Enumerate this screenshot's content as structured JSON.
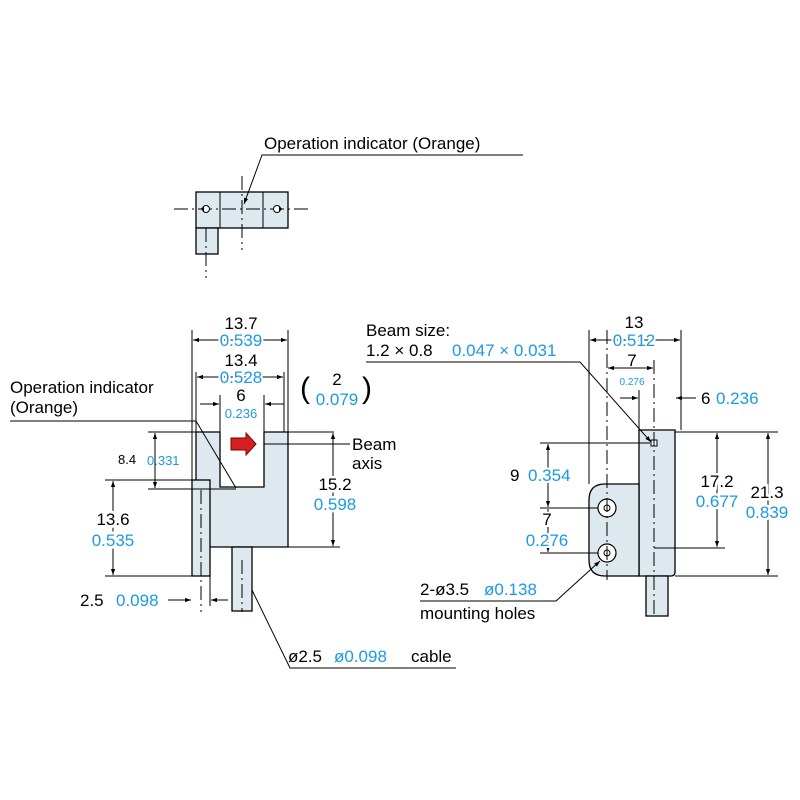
{
  "colors": {
    "body_fill": "#dde9ee",
    "inch_text": "#1a9be0",
    "indicator": "#d42020",
    "line": "#000000"
  },
  "top_view": {
    "indicator_label": "Operation indicator (Orange)"
  },
  "front_view": {
    "indicator_label_1": "Operation indicator",
    "indicator_label_2": "(Orange)",
    "dim_width_outer_mm": "13.7",
    "dim_width_outer_in": "0.539",
    "dim_width_mid_mm": "13.4",
    "dim_width_mid_in": "0.528",
    "dim_slot_mm": "6",
    "dim_slot_in": "0.236",
    "dim_paren_mm": "2",
    "dim_paren_in": "0.079",
    "beam_axis_1": "Beam",
    "beam_axis_2": "axis",
    "dim_8_4_mm": "8.4",
    "dim_8_4_in": "0.331",
    "dim_15_2_mm": "15.2",
    "dim_15_2_in": "0.598",
    "dim_13_6_mm": "13.6",
    "dim_13_6_in": "0.535",
    "dim_2_5_mm": "2.5",
    "dim_2_5_in": "0.098",
    "cable_mm": "ø2.5",
    "cable_in": "ø0.098",
    "cable_word": "cable"
  },
  "side_view": {
    "beam_size_label": "Beam size:",
    "beam_size_mm": "1.2 × 0.8",
    "beam_size_in": "0.047 × 0.031",
    "dim_13_mm": "13",
    "dim_13_in": "0.512",
    "dim_7_top_mm": "7",
    "dim_7_top_in": "0.276",
    "dim_6_mm": "6",
    "dim_6_in": "0.236",
    "dim_9_mm": "9",
    "dim_9_in": "0.354",
    "dim_7_mm": "7",
    "dim_7_in": "0.276",
    "dim_17_2_mm": "17.2",
    "dim_17_2_in": "0.677",
    "dim_21_3_mm": "21.3",
    "dim_21_3_in": "0.839",
    "holes_mm": "2-ø3.5",
    "holes_in": "ø0.138",
    "holes_word": "mounting holes"
  }
}
